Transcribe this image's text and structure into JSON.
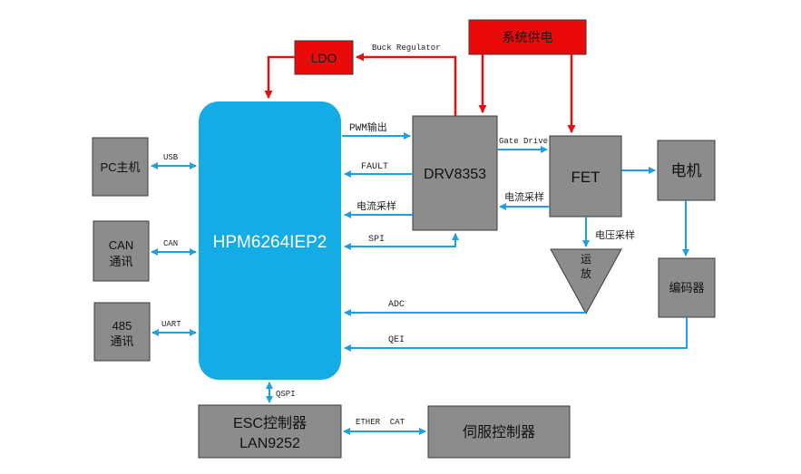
{
  "colors": {
    "gray_box": "#8c8c8c",
    "gray_border": "#3a3a3a",
    "mcu": "#14abe6",
    "red": "#ea0a0a",
    "blue_line": "#1ea0e0",
    "red_line": "#e31010"
  },
  "blocks": {
    "mcu": "HPM6264IEP2",
    "ldo": "LDO",
    "power": "系统供电",
    "driver": "DRV8353",
    "fet": "FET",
    "motor": "电机",
    "encoder": "编码器",
    "pc": "PC主机",
    "can_line1": "CAN",
    "can_line2": "通讯",
    "rs485_line1": "485",
    "rs485_line2": "通讯",
    "esc_line1": "ESC控制器",
    "esc_line2": "LAN9252",
    "servo": "伺服控制器",
    "opamp_line1": "运",
    "opamp_line2": "放"
  },
  "labels": {
    "buck": "Buck Regulator",
    "pwm": "PWM输出",
    "fault": "FAULT",
    "current_sample": "电流采样",
    "spi": "SPI",
    "gate_drive": "Gate Drive",
    "current_sample_fet": "电流采样",
    "voltage_sample": "电压采样",
    "adc": "ADC",
    "qei": "QEI",
    "usb": "USB",
    "can": "CAN",
    "uart": "UART",
    "qspi": "QSPI",
    "ethercat": "ETHER  CAT"
  }
}
